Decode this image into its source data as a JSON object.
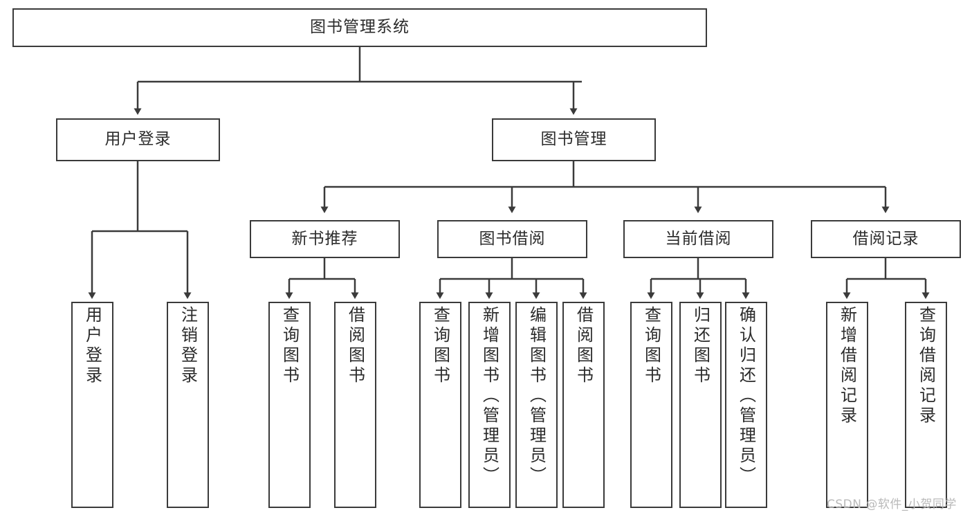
{
  "diagram": {
    "title": "图书管理系统",
    "type": "hierarchy-tree",
    "orientation": "top-down",
    "colors": {
      "box_stroke": "#3a3a3a",
      "box_fill": "#ffffff",
      "edge": "#3a3a3a",
      "text": "#2b2b2b",
      "watermark": "#b9b9b9",
      "background": "#ffffff"
    }
  },
  "nodes": {
    "root": {
      "label": "图书管理系统",
      "level": 1
    },
    "level2": [
      {
        "id": "user-login",
        "label": "用户登录"
      },
      {
        "id": "book-manage",
        "label": "图书管理"
      }
    ],
    "level3": [
      {
        "id": "new-book-recommend",
        "label": "新书推荐",
        "parent": "book-manage"
      },
      {
        "id": "book-borrow",
        "label": "图书借阅",
        "parent": "book-manage"
      },
      {
        "id": "current-borrow",
        "label": "当前借阅",
        "parent": "book-manage"
      },
      {
        "id": "borrow-record",
        "label": "借阅记录",
        "parent": "book-manage"
      }
    ],
    "leaves": [
      {
        "id": "leaf-user-login",
        "label": "用户登录",
        "parent": "user-login"
      },
      {
        "id": "leaf-user-logout",
        "label": "注销登录",
        "parent": "user-login"
      },
      {
        "id": "leaf-query-book-1",
        "label": "查询图书",
        "parent": "new-book-recommend"
      },
      {
        "id": "leaf-borrow-book-1",
        "label": "借阅图书",
        "parent": "new-book-recommend"
      },
      {
        "id": "leaf-query-book-2",
        "label": "查询图书",
        "parent": "book-borrow"
      },
      {
        "id": "leaf-add-book",
        "label": "新增图书（管理员）",
        "parent": "book-borrow"
      },
      {
        "id": "leaf-edit-book",
        "label": "编辑图书（管理员）",
        "parent": "book-borrow"
      },
      {
        "id": "leaf-borrow-book-2",
        "label": "借阅图书",
        "parent": "book-borrow"
      },
      {
        "id": "leaf-query-book-3",
        "label": "查询图书",
        "parent": "current-borrow"
      },
      {
        "id": "leaf-return-book",
        "label": "归还图书",
        "parent": "current-borrow"
      },
      {
        "id": "leaf-confirm-return",
        "label": "确认归还（管理员）",
        "parent": "current-borrow"
      },
      {
        "id": "leaf-add-record",
        "label": "新增借阅记录",
        "parent": "borrow-record"
      },
      {
        "id": "leaf-query-record",
        "label": "查询借阅记录",
        "parent": "borrow-record"
      }
    ]
  },
  "watermark": {
    "text": "CSDN @软件_小贺同学"
  }
}
